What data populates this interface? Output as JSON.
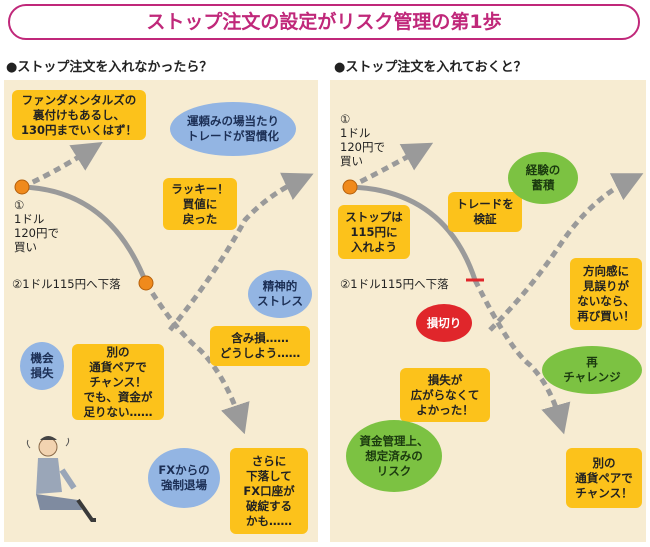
{
  "title": "ストップ注文の設定がリスク管理の第1歩",
  "left": {
    "heading": "●ストップ注文を入れなかったら？",
    "start_label": "①\n1ドル\n120円で\n買い",
    "drop_label": "②1ドル115円へ下落",
    "bubble_fundamentals": "ファンダメンタルズの\n裏付けもあるし、\n130円までいくはず！",
    "bubble_habit": "運頼みの場当たり\nトレードが習慣化",
    "bubble_lucky": "ラッキー！\n買値に\n戻った",
    "bubble_stress": "精神的\nストレス",
    "bubble_loss": "含み損……\nどうしよう……",
    "bubble_opportunity_loss": "機会\n損失",
    "bubble_other_pair": "別の\n通貨ペアで\nチャンス！\nでも、資金が\n足りない……",
    "bubble_forced_exit": "FXからの\n強制退場",
    "bubble_further_drop": "さらに\n下落して\nFX口座が\n破綻する\nかも……"
  },
  "right": {
    "heading": "●ストップ注文を入れておくと？",
    "start_label": "①\n1ドル\n120円で\n買い",
    "drop_label": "②1ドル115円へ下落",
    "bubble_stop": "ストップは\n115円に\n入れよう",
    "bubble_review": "トレードを\n検証",
    "bubble_experience": "経験の\n蓄積",
    "bubble_losscut": "損切り",
    "bubble_relief": "損失が\n広がらなくて\nよかった！",
    "bubble_direction": "方向感に\n見誤りが\nないなら、\n再び買い！",
    "bubble_rechallenge": "再\nチャレンジ",
    "bubble_managed": "資金管理上、\n想定済みの\nリスク",
    "bubble_other_pair": "別の\n通貨ペアで\nチャンス！"
  },
  "colors": {
    "title_border": "#c0287a",
    "panel_bg": "#f7ecd2",
    "yellow": "#fcc21b",
    "blue": "#93b5e3",
    "green": "#7cc242",
    "red": "#e0262b",
    "path": "#9a9a9a",
    "dot": "#f08a1c"
  }
}
